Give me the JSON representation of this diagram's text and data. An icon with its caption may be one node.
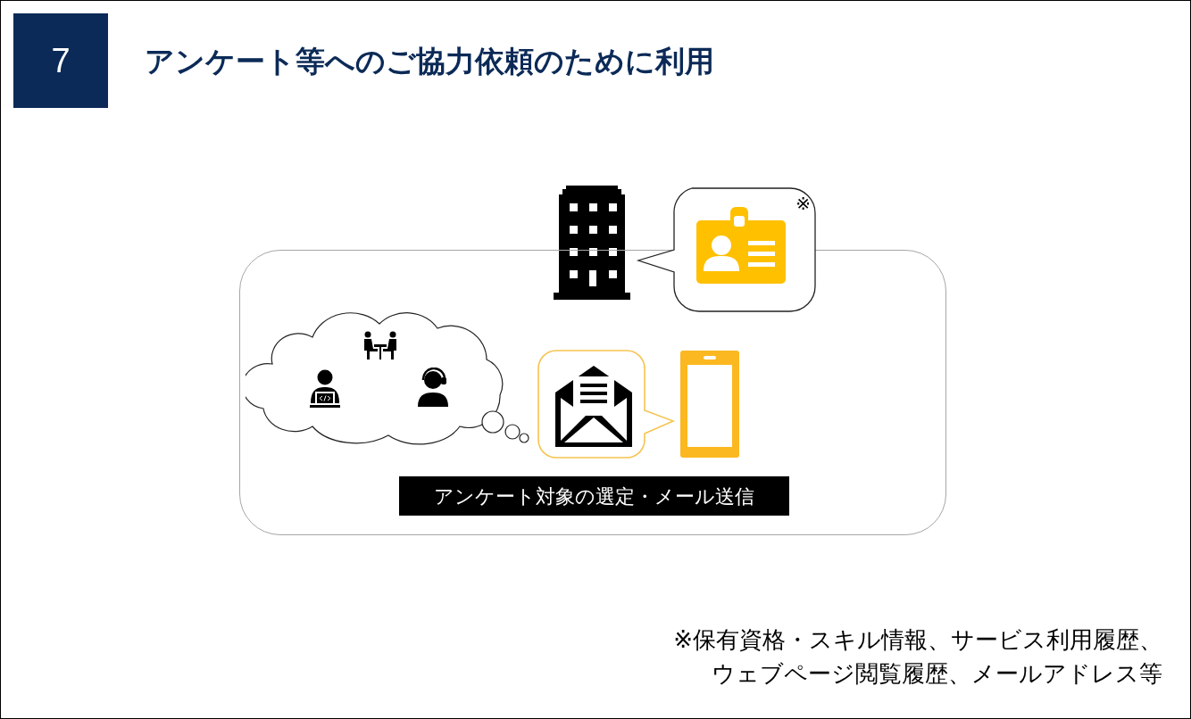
{
  "diagram": {
    "title": "アンケート等へのご協力依頼のために利用",
    "nodes": [
      {
        "text": [
          "7"
        ]
      },
      {
        "text": [],
        "shape": "box"
      },
      {
        "text": [
          "アンケート対象の選定・メール送信"
        ],
        "in": 1
      },
      {
        "text": [
          "※"
        ]
      }
    ],
    "labels": [
      "※保有資格・スキル情報、サービス利用履歴、ウェブページ閲覧履歴、メールアドレス等"
    ]
  }
}
